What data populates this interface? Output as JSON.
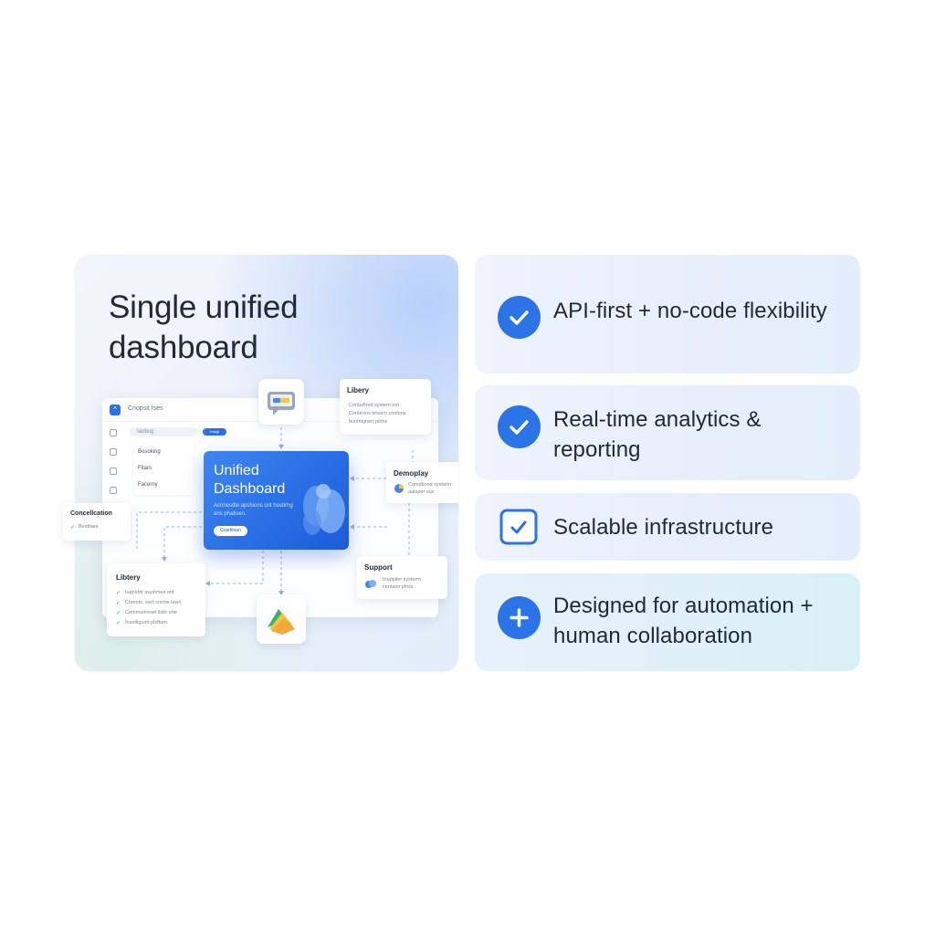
{
  "left_panel": {
    "title": "Single unified dashboard",
    "window": {
      "app_name": "Cnopsit Ises",
      "search_text": "Ianbog",
      "pill_label": "Insigt",
      "menu": [
        "Bosoking",
        "Fitars",
        "Facerny"
      ]
    },
    "hero": {
      "title": "Unified Dashboard",
      "desc": "Acnnesdle apshions ont hostirhg ans phatisen.",
      "button": "Cosrtitsan"
    },
    "nodes": {
      "libery_top": {
        "title": "Libery",
        "lines": [
          "Conbsfired systern ont",
          "Conbrons brwem confons",
          "bunhtignert pihhs"
        ]
      },
      "demoplay": {
        "title": "Demoplay",
        "lines": [
          "Comdtiond sysbem",
          "aatsper sus"
        ]
      },
      "concellcation": {
        "title": "Concellcation",
        "lines": [
          "Besttiare"
        ]
      },
      "libtery": {
        "title": "Libtery",
        "lines": [
          "Iugrishtr ssystmes ont",
          "Comnts, ssct cnrme tswn",
          "Cemmunresel tlsbr one",
          "Inseltigumt plsftum."
        ]
      },
      "support": {
        "title": "Support",
        "lines": [
          "Inudpiler systerm",
          "centson pinss"
        ]
      }
    },
    "tiles": [
      "chat-icon",
      "folders-icon"
    ]
  },
  "features": [
    {
      "label": "API-first + no-code flexibility",
      "icon": "check-circle-icon"
    },
    {
      "label": "Real-time analytics & reporting",
      "icon": "check-circle-icon"
    },
    {
      "label": "Scalable infrastructure",
      "icon": "checkbox-icon"
    },
    {
      "label": "Designed for automation + human collaboration",
      "icon": "plus-circle-icon"
    }
  ],
  "colors": {
    "accent": "#2a74e8",
    "hero_blue": "#1a5bd9",
    "title_text": "#222a35"
  }
}
